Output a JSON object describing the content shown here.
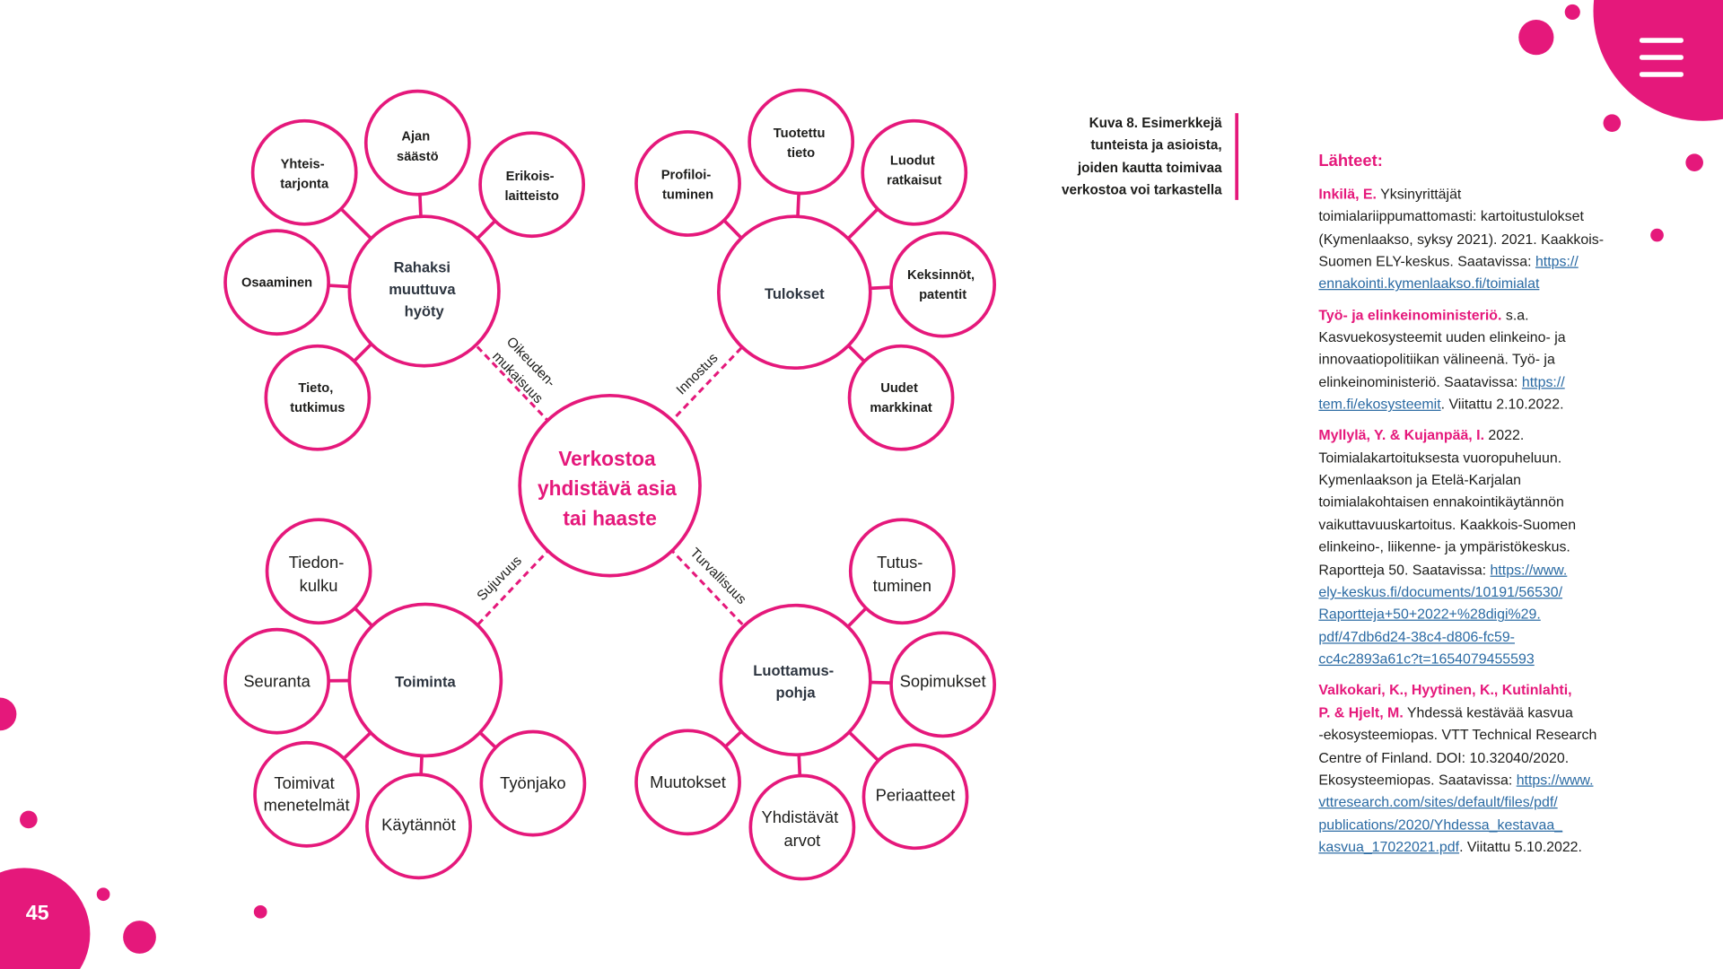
{
  "page": {
    "number": "45"
  },
  "icons": {
    "menu": "hamburger-menu-icon"
  },
  "colors": {
    "accent": "#e5187b",
    "link": "#2a6aa3",
    "text": "#1d1d1b",
    "hub_text": "#2d3540"
  },
  "diagram": {
    "center": {
      "lines": [
        "Verkostoa",
        "yhdistävä asia",
        "tai haaste"
      ]
    },
    "clusters": [
      {
        "hub": {
          "lines": [
            "Rahaksi",
            "muuttuva",
            "hyöty"
          ]
        },
        "link_label": {
          "lines": [
            "Oikeuden-",
            "mukaisuus"
          ]
        },
        "satellites": [
          {
            "lines": [
              "Ajan",
              "säästö"
            ]
          },
          {
            "lines": [
              "Yhteis-",
              "tarjonta"
            ]
          },
          {
            "lines": [
              "Erikois-",
              "laitteisto"
            ]
          },
          {
            "lines": [
              "Osaaminen"
            ]
          },
          {
            "lines": [
              "Tieto,",
              "tutkimus"
            ]
          }
        ]
      },
      {
        "hub": {
          "lines": [
            "Tulokset"
          ]
        },
        "link_label": {
          "lines": [
            "Innostus"
          ]
        },
        "satellites": [
          {
            "lines": [
              "Tuotettu",
              "tieto"
            ]
          },
          {
            "lines": [
              "Profiloi-",
              "tuminen"
            ]
          },
          {
            "lines": [
              "Luodut",
              "ratkaisut"
            ]
          },
          {
            "lines": [
              "Keksinnöt,",
              "patentit"
            ]
          },
          {
            "lines": [
              "Uudet",
              "markkinat"
            ]
          }
        ]
      },
      {
        "hub": {
          "lines": [
            "Toiminta"
          ]
        },
        "link_label": {
          "lines": [
            "Sujuvuus"
          ]
        },
        "satellites": [
          {
            "lines": [
              "Tiedon-",
              "kulku"
            ]
          },
          {
            "lines": [
              "Seuranta"
            ]
          },
          {
            "lines": [
              "Toimivat",
              "menetelmät"
            ]
          },
          {
            "lines": [
              "Käytännöt"
            ]
          },
          {
            "lines": [
              "Työnjako"
            ]
          }
        ]
      },
      {
        "hub": {
          "lines": [
            "Luottamus-",
            "pohja"
          ]
        },
        "link_label": {
          "lines": [
            "Turvallisuus"
          ]
        },
        "satellites": [
          {
            "lines": [
              "Tutus-",
              "tuminen"
            ]
          },
          {
            "lines": [
              "Sopimukset"
            ]
          },
          {
            "lines": [
              "Periaatteet"
            ]
          },
          {
            "lines": [
              "Yhdistävät",
              "arvot"
            ]
          },
          {
            "lines": [
              "Muutokset"
            ]
          }
        ]
      }
    ]
  },
  "caption": {
    "lines": [
      "Kuva 8. Esimerkkejä",
      "tunteista ja asioista,",
      "joiden kautta toimivaa",
      "verkostoa voi tarkastella"
    ]
  },
  "references": {
    "heading": "Lähteet:",
    "items": [
      {
        "lines": [
          [
            {
              "kind": "author",
              "text": "Inkilä, E."
            },
            {
              "kind": "text",
              "text": " Yksinyrittäjät"
            }
          ],
          [
            {
              "kind": "text",
              "text": "toimialariippumattomasti: kartoitustulokset"
            }
          ],
          [
            {
              "kind": "text",
              "text": "(Kymenlaakso, syksy 2021). 2021. Kaakkois-"
            }
          ],
          [
            {
              "kind": "text",
              "text": "Suomen ELY-keskus. Saatavissa: "
            },
            {
              "kind": "link",
              "text": "https://"
            }
          ],
          [
            {
              "kind": "link",
              "text": "ennakointi.kymenlaakso.fi/toimialat"
            }
          ]
        ]
      },
      {
        "lines": [
          [
            {
              "kind": "author",
              "text": "Työ- ja elinkeinoministeriö."
            },
            {
              "kind": "text",
              "text": " s.a."
            }
          ],
          [
            {
              "kind": "text",
              "text": "Kasvuekosysteemit uuden elinkeino- ja"
            }
          ],
          [
            {
              "kind": "text",
              "text": "innovaatiopolitiikan välineenä. Työ- ja"
            }
          ],
          [
            {
              "kind": "text",
              "text": "elinkeinoministeriö. Saatavissa: "
            },
            {
              "kind": "link",
              "text": "https://"
            }
          ],
          [
            {
              "kind": "link",
              "text": "tem.fi/ekosysteemit"
            },
            {
              "kind": "text",
              "text": ". Viitattu 2.10.2022."
            }
          ]
        ]
      },
      {
        "lines": [
          [
            {
              "kind": "author",
              "text": "Myllylä, Y. & Kujanpää, I."
            },
            {
              "kind": "text",
              "text": " 2022."
            }
          ],
          [
            {
              "kind": "text",
              "text": "Toimialakartoituksesta vuoropuheluun."
            }
          ],
          [
            {
              "kind": "text",
              "text": "Kymenlaakson ja Etelä-Karjalan"
            }
          ],
          [
            {
              "kind": "text",
              "text": "toimialakohtaisen ennakointikäytännön"
            }
          ],
          [
            {
              "kind": "text",
              "text": "vaikuttavuuskartoitus. Kaakkois-Suomen"
            }
          ],
          [
            {
              "kind": "text",
              "text": "elinkeino-, liikenne- ja ympäristökeskus."
            }
          ],
          [
            {
              "kind": "text",
              "text": "Raportteja 50. Saatavissa: "
            },
            {
              "kind": "link",
              "text": "https://www."
            }
          ],
          [
            {
              "kind": "link",
              "text": "ely-keskus.fi/documents/10191/56530/"
            }
          ],
          [
            {
              "kind": "link",
              "text": "Raportteja+50+2022+%28digi%29."
            }
          ],
          [
            {
              "kind": "link",
              "text": "pdf/47db6d24-38c4-d806-fc59-"
            }
          ],
          [
            {
              "kind": "link",
              "text": "cc4c2893a61c?t=1654079455593"
            }
          ]
        ]
      },
      {
        "lines": [
          [
            {
              "kind": "author",
              "text": "Valkokari, K., Hyytinen, K., Kutinlahti,"
            }
          ],
          [
            {
              "kind": "author",
              "text": "P. & Hjelt, M."
            },
            {
              "kind": "text",
              "text": " Yhdessä kestävää kasvua"
            }
          ],
          [
            {
              "kind": "text",
              "text": "-ekosysteemiopas. VTT Technical Research"
            }
          ],
          [
            {
              "kind": "text",
              "text": "Centre of Finland. DOI: 10.32040/2020."
            }
          ],
          [
            {
              "kind": "text",
              "text": "Ekosysteemiopas. Saatavissa: "
            },
            {
              "kind": "link",
              "text": "https://www."
            }
          ],
          [
            {
              "kind": "link",
              "text": "vttresearch.com/sites/default/files/pdf/"
            }
          ],
          [
            {
              "kind": "link",
              "text": "publications/2020/Yhdessa_kestavaa_"
            }
          ],
          [
            {
              "kind": "link",
              "text": "kasvua_17022021.pdf"
            },
            {
              "kind": "text",
              "text": ". Viitattu 5.10.2022."
            }
          ]
        ]
      }
    ]
  }
}
